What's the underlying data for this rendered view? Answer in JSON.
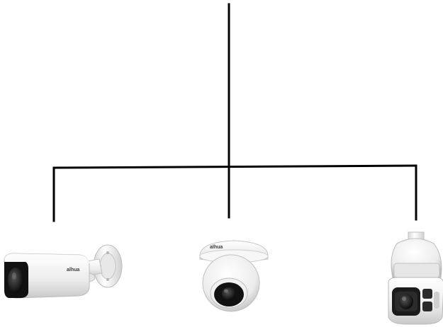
{
  "diagram": {
    "type": "topology-tree",
    "root": {
      "label": ""
    },
    "nodes": [
      {
        "icon": "bullet-camera-icon",
        "label": "",
        "brand_mark": "alhua"
      },
      {
        "icon": "dome-camera-icon",
        "label": "",
        "brand_mark": "alhua"
      },
      {
        "icon": "ptz-camera-icon",
        "label": "",
        "brand_mark": ""
      }
    ],
    "colors": {
      "line": "#000000",
      "camera_body": "#f2f2f2",
      "lens": "#1a1a1a",
      "background": "#ffffff"
    }
  }
}
